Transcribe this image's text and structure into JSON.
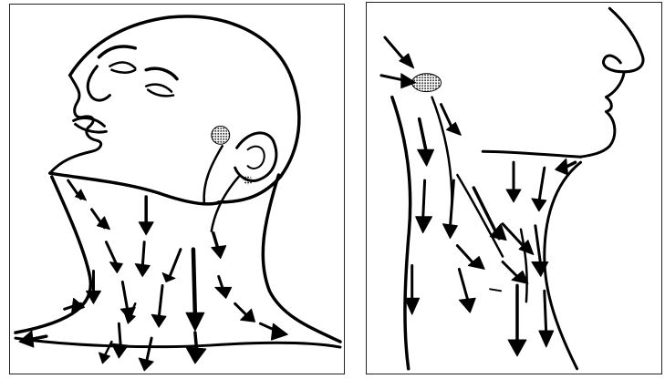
{
  "figures": [
    {
      "id": "front-oblique-view",
      "content": "illustration"
    },
    {
      "id": "side-profile-view",
      "content": "illustration"
    }
  ],
  "colors": {
    "ink": "#000000",
    "paper": "#ffffff",
    "frame": "#222222"
  }
}
